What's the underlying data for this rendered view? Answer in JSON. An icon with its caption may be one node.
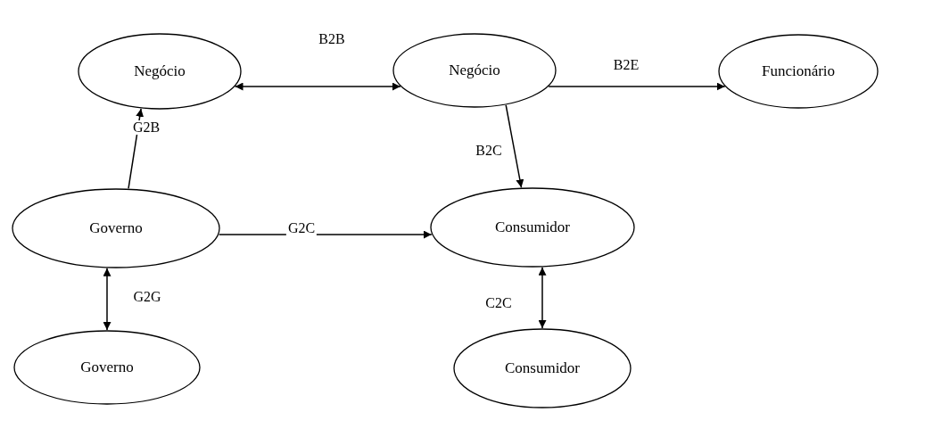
{
  "diagram": {
    "nodes": [
      {
        "text": [
          "Negócio"
        ]
      },
      {
        "text": [
          "Negócio"
        ]
      },
      {
        "text": [
          "Funcionário"
        ]
      },
      {
        "text": [
          "Governo"
        ]
      },
      {
        "text": [
          "Consumidor"
        ]
      },
      {
        "text": [
          "Governo"
        ]
      },
      {
        "text": [
          "Consumidor"
        ]
      }
    ],
    "edges": [
      {
        "from": 0,
        "to": 1,
        "arrow": "both",
        "label": "B2B"
      },
      {
        "from": 1,
        "to": 2,
        "arrow": "to",
        "label": "B2E"
      },
      {
        "from": 3,
        "to": 0,
        "arrow": "to",
        "label": "G2B"
      },
      {
        "from": 1,
        "to": 4,
        "arrow": "to",
        "label": "B2C"
      },
      {
        "from": 3,
        "to": 4,
        "arrow": "to",
        "label": "G2C"
      },
      {
        "from": 3,
        "to": 5,
        "arrow": "both",
        "label": "G2G"
      },
      {
        "from": 4,
        "to": 6,
        "arrow": "both",
        "label": "C2C"
      }
    ]
  }
}
